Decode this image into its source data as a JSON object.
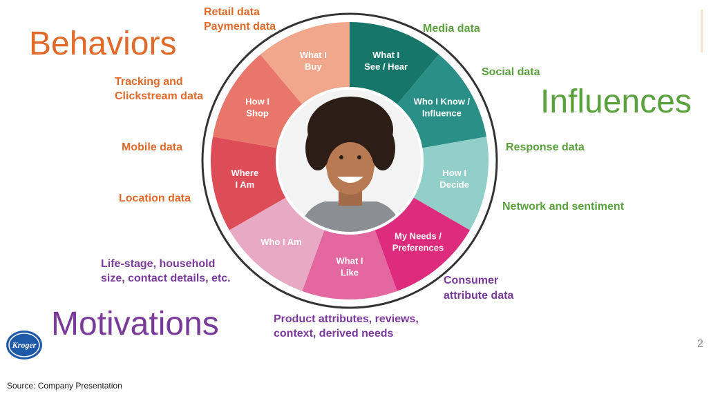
{
  "headings": {
    "behaviors": "Behaviors",
    "influences": "Influences",
    "motivations": "Motivations"
  },
  "colors": {
    "orange": "#e06a2a",
    "green": "#5aa03c",
    "purple": "#7a3a9a"
  },
  "wheel_segments": [
    {
      "lines": [
        "What I",
        "See / Hear"
      ],
      "color": "#17766a"
    },
    {
      "lines": [
        "Who I Know /",
        "Influence"
      ],
      "color": "#2a8f86"
    },
    {
      "lines": [
        "How I",
        "Decide"
      ],
      "color": "#92cfc9"
    },
    {
      "lines": [
        "My Needs /",
        "Preferences"
      ],
      "color": "#dd2c7d"
    },
    {
      "lines": [
        "What I",
        "Like"
      ],
      "color": "#e468a0"
    },
    {
      "lines": [
        "Who I Am"
      ],
      "color": "#e8a9c4"
    },
    {
      "lines": [
        "Where",
        "I Am"
      ],
      "color": "#dd4d57"
    },
    {
      "lines": [
        "How I",
        "Shop"
      ],
      "color": "#e8766a"
    },
    {
      "lines": [
        "What I",
        "Buy"
      ],
      "color": "#f0a78c"
    }
  ],
  "labels": {
    "retail": [
      "Retail data",
      "Payment data"
    ],
    "tracking": [
      "Tracking and",
      "Clickstream data"
    ],
    "mobile": [
      "Mobile data"
    ],
    "location": [
      "Location data"
    ],
    "media": [
      "Media data"
    ],
    "social": [
      "Social data"
    ],
    "response": [
      "Response data"
    ],
    "network": [
      "Network and sentiment"
    ],
    "consumer": [
      "Consumer",
      "attribute data"
    ],
    "product": [
      "Product attributes, reviews,",
      "context, derived needs"
    ],
    "lifestage": [
      "Life-stage, household",
      "size, contact details, etc."
    ]
  },
  "logo_text": "Kroger",
  "page_number": "2",
  "source": "Source: Company Presentation"
}
